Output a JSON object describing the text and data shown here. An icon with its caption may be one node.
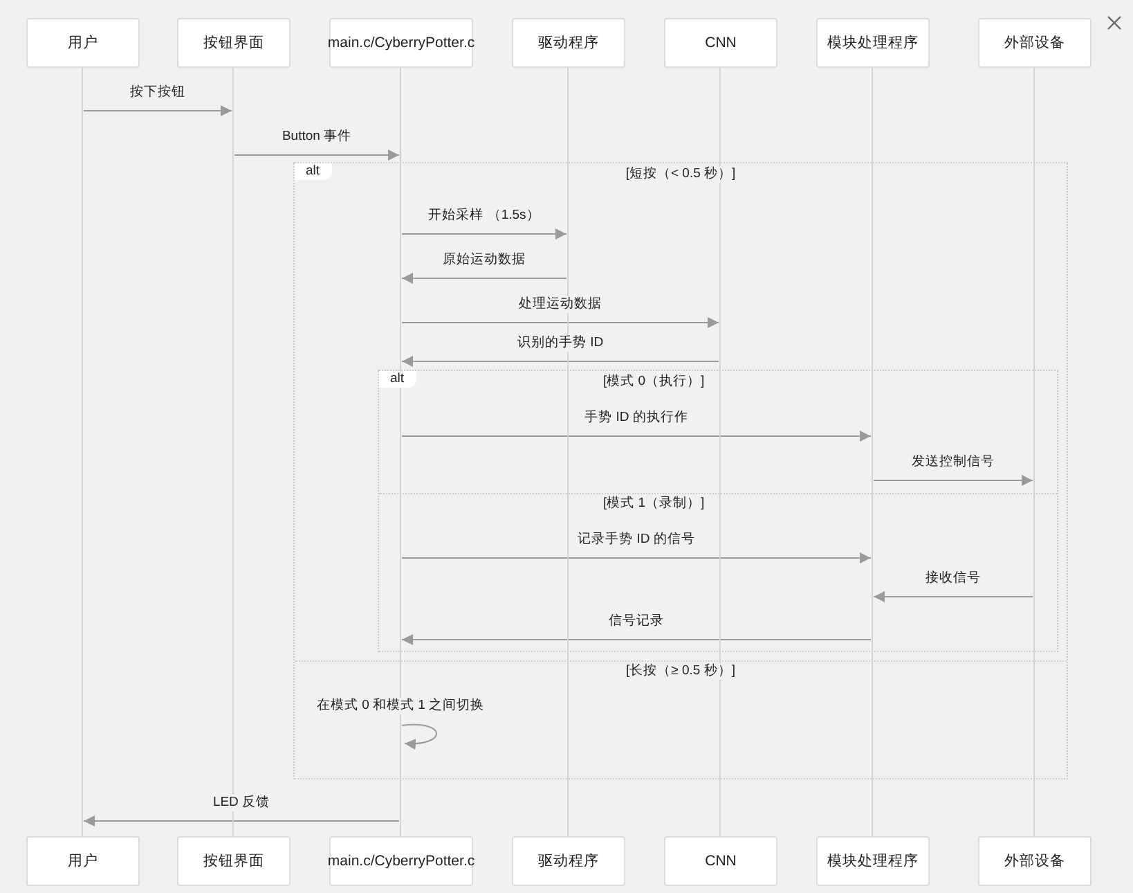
{
  "diagram": {
    "nodes": [
      {
        "text": [
          "用户"
        ]
      },
      {
        "text": [
          "按钮界面"
        ]
      },
      {
        "text": [
          "main.c/CyberryPotter.c"
        ]
      },
      {
        "text": [
          "驱动程序"
        ]
      },
      {
        "text": [
          "CNN"
        ]
      },
      {
        "text": [
          "模块处理程序"
        ]
      },
      {
        "text": [
          "外部设备"
        ]
      },
      {
        "text": [
          "用户"
        ]
      },
      {
        "text": [
          "按钮界面"
        ]
      },
      {
        "text": [
          "main.c/CyberryPotter.c"
        ]
      },
      {
        "text": [
          "驱动程序"
        ]
      },
      {
        "text": [
          "CNN"
        ]
      },
      {
        "text": [
          "模块处理程序"
        ]
      },
      {
        "text": [
          "外部设备"
        ]
      },
      {
        "text": [
          "[短按（< 0.5 秒）]",
          "[长按（≥ 0.5 秒）]"
        ]
      },
      {
        "text": [
          "alt"
        ],
        "in": 14
      },
      {
        "text": [
          "[模式 0（执行）]",
          "[模式 1（录制）]"
        ],
        "in": 14
      },
      {
        "text": [
          "alt"
        ],
        "in": 16
      },
      {
        "text": [],
        "shape": "line"
      },
      {
        "text": [],
        "shape": "line"
      },
      {
        "text": [],
        "shape": "line"
      },
      {
        "text": [],
        "shape": "line"
      },
      {
        "text": [],
        "shape": "line"
      },
      {
        "text": [],
        "shape": "line"
      },
      {
        "text": [],
        "shape": "line"
      }
    ],
    "edges": [
      {
        "from": 18,
        "to": 19,
        "arrow": "to",
        "label": "按下按钮"
      },
      {
        "from": 19,
        "to": 20,
        "arrow": "to",
        "label": "Button 事件"
      },
      {
        "from": 20,
        "to": 21,
        "arrow": "to",
        "label": "开始采样 （1.5s）"
      },
      {
        "from": 21,
        "to": 20,
        "arrow": "to",
        "label": "原始运动数据"
      },
      {
        "from": 20,
        "to": 22,
        "arrow": "to",
        "label": "处理运动数据"
      },
      {
        "from": 22,
        "to": 20,
        "arrow": "to",
        "label": "识别的手势 ID"
      },
      {
        "from": 20,
        "to": 23,
        "arrow": "to",
        "label": "手势 ID 的执行作"
      },
      {
        "from": 23,
        "to": 24,
        "arrow": "to",
        "label": "发送控制信号"
      },
      {
        "from": 20,
        "to": 23,
        "arrow": "to",
        "label": "记录手势 ID 的信号"
      },
      {
        "from": 24,
        "to": 23,
        "arrow": "to",
        "label": "接收信号"
      },
      {
        "from": 23,
        "to": 20,
        "arrow": "to",
        "label": "信号记录"
      },
      {
        "from": 20,
        "to": 20,
        "arrow": "to",
        "label": "在模式 0 和模式 1 之间切换"
      },
      {
        "from": 20,
        "to": 18,
        "arrow": "to",
        "label": "LED 反馈"
      }
    ]
  }
}
